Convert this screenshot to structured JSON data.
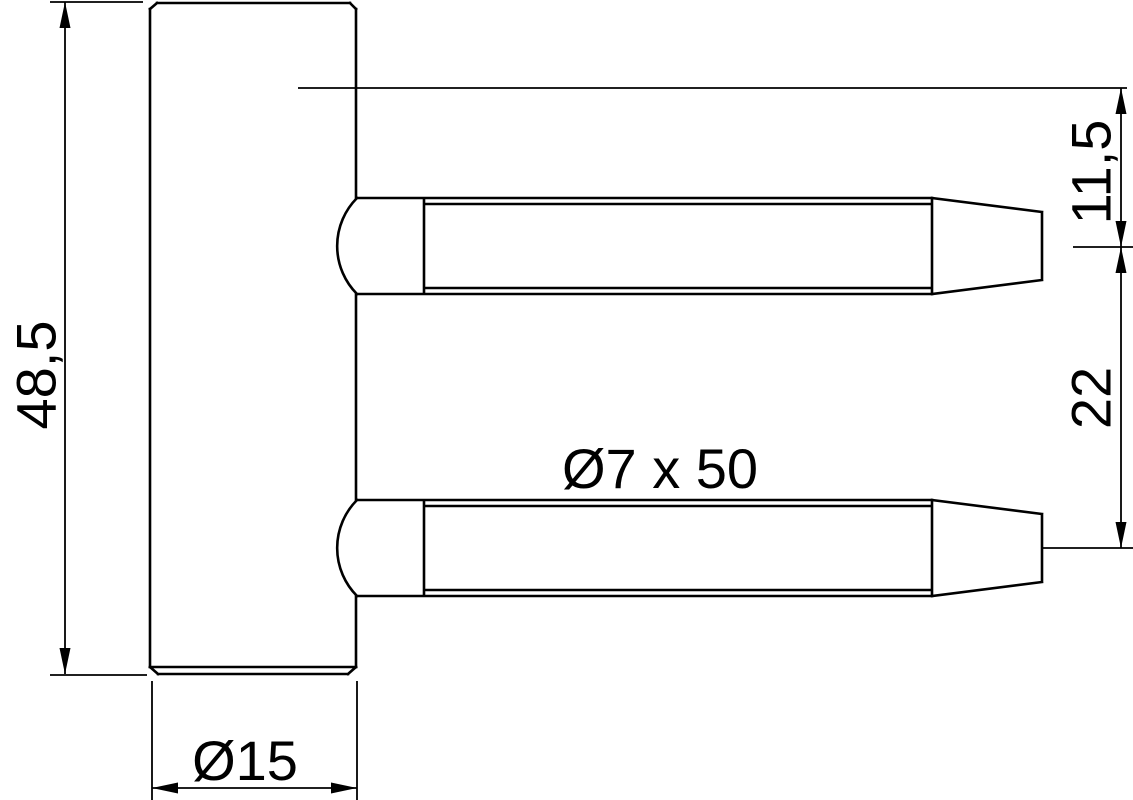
{
  "labels": {
    "overall_height": "48,5",
    "barrel_diameter": "Ø15",
    "pin_spec": "Ø7 x 50",
    "pin_top_offset": "11,5",
    "pin_spacing": "22"
  },
  "colors": {
    "line": "#000000",
    "background": "#ffffff"
  }
}
